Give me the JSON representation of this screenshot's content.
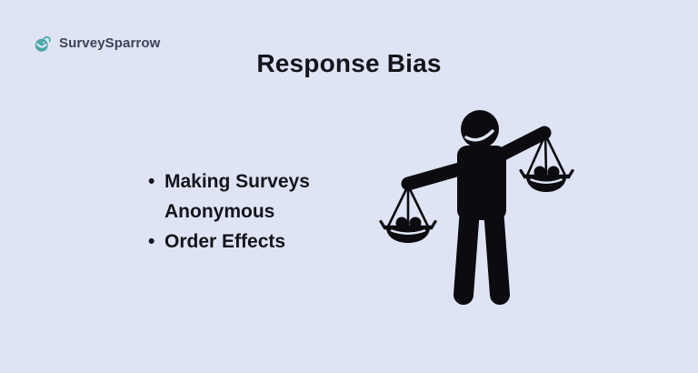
{
  "colors": {
    "background": "#dfe4f5",
    "ink": "#0b0b10",
    "title_text": "#14141b",
    "brand_teal": "#4aa8a6",
    "brand_text": "#3d4357"
  },
  "brand": {
    "name": "SurveySparrow",
    "icon": "sparrow-bird-icon"
  },
  "title": "Response Bias",
  "bullets": {
    "items": [
      "Making Surveys Anonymous",
      "Order Effects"
    ]
  },
  "illustration": {
    "name": "balance-scales-person-illustration",
    "description": "Black pictogram of a frowning person holding two hanging balance-scale pans with round weights; right pan raised higher than left"
  }
}
